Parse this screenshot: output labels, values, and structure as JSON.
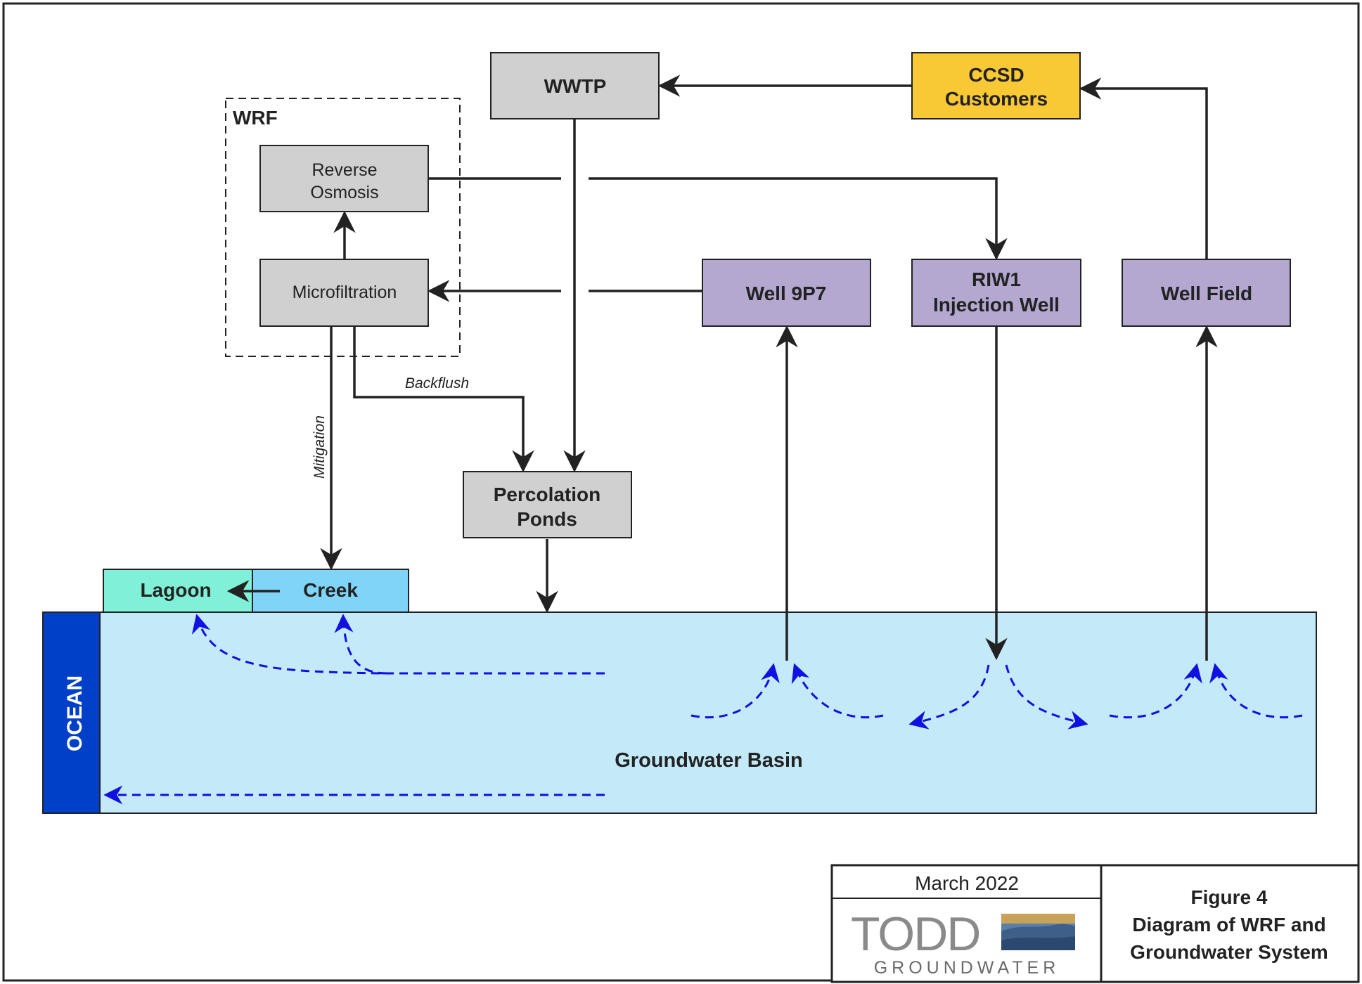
{
  "diagram": {
    "wrf_group_label": "WRF",
    "nodes": {
      "wwtp": "WWTP",
      "ccsd_line1": "CCSD",
      "ccsd_line2": "Customers",
      "reverse_osmosis_line1": "Reverse",
      "reverse_osmosis_line2": "Osmosis",
      "microfiltration": "Microfiltration",
      "well_9p7": "Well 9P7",
      "riw1_line1": "RIW1",
      "riw1_line2": "Injection Well",
      "well_field": "Well Field",
      "percolation_line1": "Percolation",
      "percolation_line2": "Ponds",
      "lagoon": "Lagoon",
      "creek": "Creek",
      "ocean": "OCEAN",
      "groundwater_basin": "Groundwater Basin"
    },
    "edge_labels": {
      "backflush": "Backflush",
      "mitigation": "Mitigation"
    }
  },
  "title_block": {
    "date": "March 2022",
    "logo_top": "TODD",
    "logo_bottom": "GROUNDWATER",
    "figure_number": "Figure 4",
    "figure_title_line1": "Diagram of WRF and",
    "figure_title_line2": "Groundwater System"
  },
  "colors": {
    "gray_box": "#d0d0d0",
    "ccsd_box": "#f8c835",
    "well_box": "#b4a7d0",
    "lagoon": "#80f0d8",
    "creek": "#80d4f8",
    "basin": "#c4eafa",
    "ocean": "#0040c8",
    "flow_dashes": "#1010e0"
  }
}
